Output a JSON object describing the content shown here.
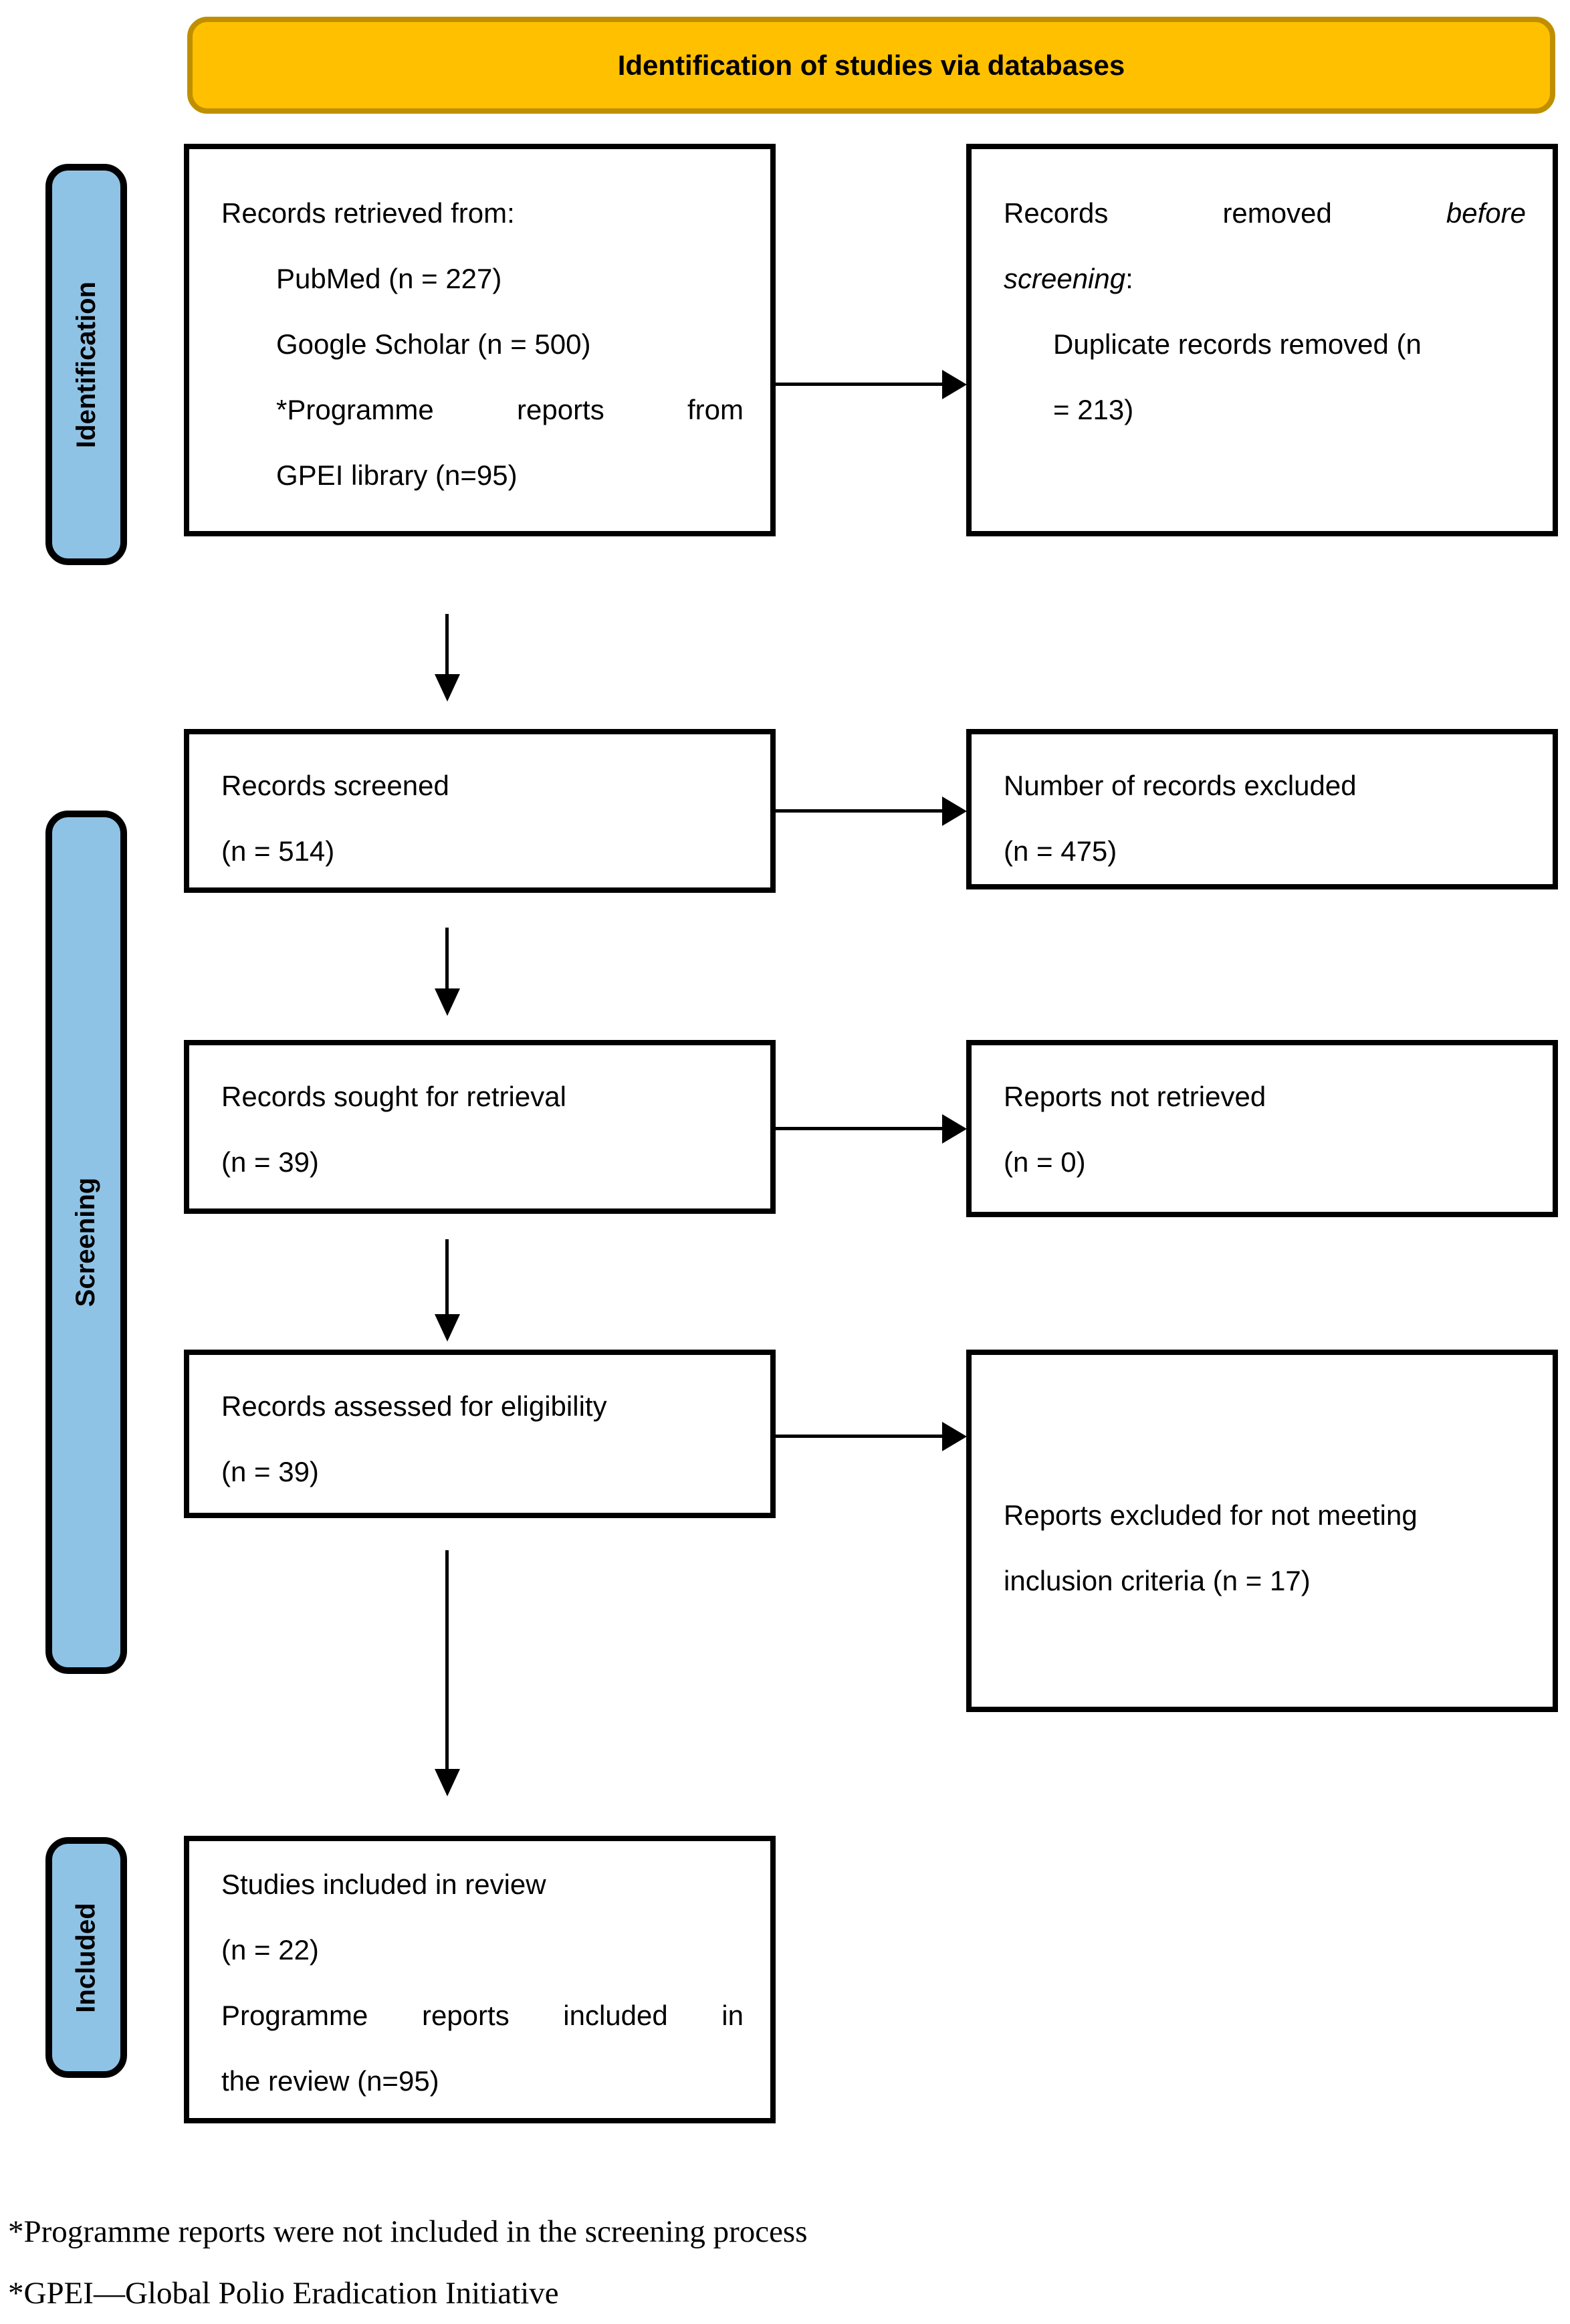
{
  "banner": {
    "title": "Identification of studies via databases"
  },
  "sidebar": {
    "identification": "Identification",
    "screening": "Screening",
    "included": "Included"
  },
  "boxes": {
    "retrieved": {
      "l1": "Records retrieved from:",
      "l2": "PubMed (n = 227)",
      "l3": "Google Scholar (n = 500)",
      "l4": "*Programme reports from",
      "l5": "GPEI library (n=95)"
    },
    "removed": {
      "l1a": "Records removed",
      "l1b": "before",
      "l2a": "screening",
      "l2b": ":",
      "l3": "Duplicate records removed (n",
      "l4": "= 213)"
    },
    "screened": {
      "l1": "Records screened",
      "l2": "(n = 514)"
    },
    "excluded": {
      "l1": "Number of records excluded",
      "l2": "(n = 475)"
    },
    "sought": {
      "l1": "Records sought for retrieval",
      "l2": "(n = 39)"
    },
    "not_retrieved": {
      "l1": "Reports not retrieved",
      "l2": "(n = 0)"
    },
    "assessed": {
      "l1": "Records assessed for eligibility",
      "l2": "(n = 39)"
    },
    "reports_excluded": {
      "l1": "Reports excluded for not meeting",
      "l2": "inclusion criteria (n = 17)"
    },
    "included_studies": {
      "l1": "Studies included in review",
      "l2": "(n = 22)",
      "l3": "Programme reports included in",
      "l4": "the review (n=95)"
    }
  },
  "footnotes": {
    "f1": "*Programme reports were not included in the screening process",
    "f2": "*GPEI—Global Polio Eradication Initiative"
  },
  "colors": {
    "banner_fill": "#FFC000",
    "banner_border": "#BF8F00",
    "sidebar_fill": "#8FC3E6",
    "box_border": "#000000",
    "text": "#000000"
  }
}
